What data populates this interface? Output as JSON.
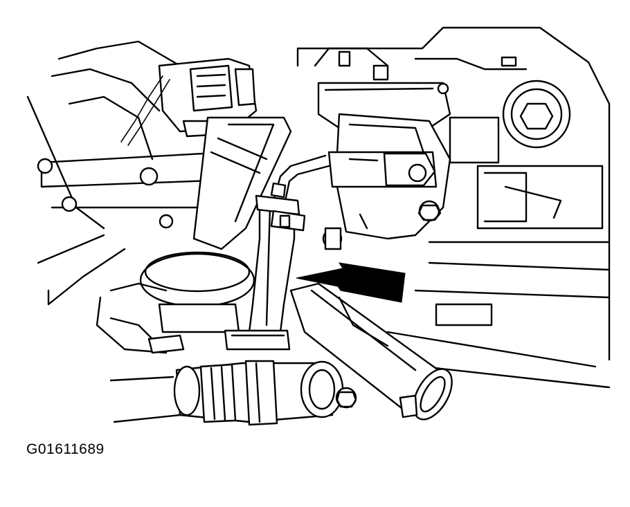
{
  "figure": {
    "id_label": "G01611689",
    "arrow_color": "#000000",
    "line_color": "#000000",
    "background": "#ffffff"
  },
  "parts": {
    "highlighted_part": "hose-clamp",
    "icons": [
      "pointer-arrow",
      "hex-bolt",
      "hose-clamp",
      "electrical-connector",
      "coolant-hose",
      "valve-housing"
    ]
  }
}
